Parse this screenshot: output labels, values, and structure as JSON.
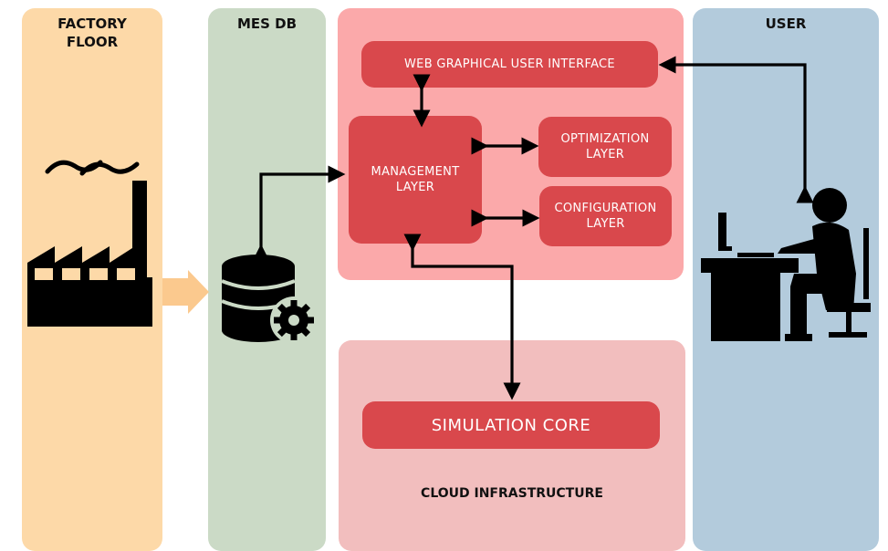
{
  "columns": {
    "factory_floor": "FACTORY\nFLOOR",
    "mes_db": "MES DB",
    "user": "USER"
  },
  "cloud": {
    "web_gui": "WEB  GRAPHICAL USER INTERFACE",
    "management_layer": "MANAGEMENT\nLAYER",
    "optimization_layer": "OPTIMIZATION\nLAYER",
    "configuration_layer": "CONFIGURATION\nLAYER",
    "simulation_core": "SIMULATION CORE",
    "infrastructure_label": "CLOUD INFRASTRUCTURE"
  },
  "colors": {
    "factory_floor": "#fdd9a8",
    "mes_db": "#cbdac6",
    "cloud_upper": "#fba9aa",
    "cloud_lower": "#f2bebe",
    "user": "#b3cbdc",
    "box": "#d9484c"
  },
  "icons": [
    "factory-icon",
    "database-gear-icon",
    "user-at-desk-icon"
  ]
}
